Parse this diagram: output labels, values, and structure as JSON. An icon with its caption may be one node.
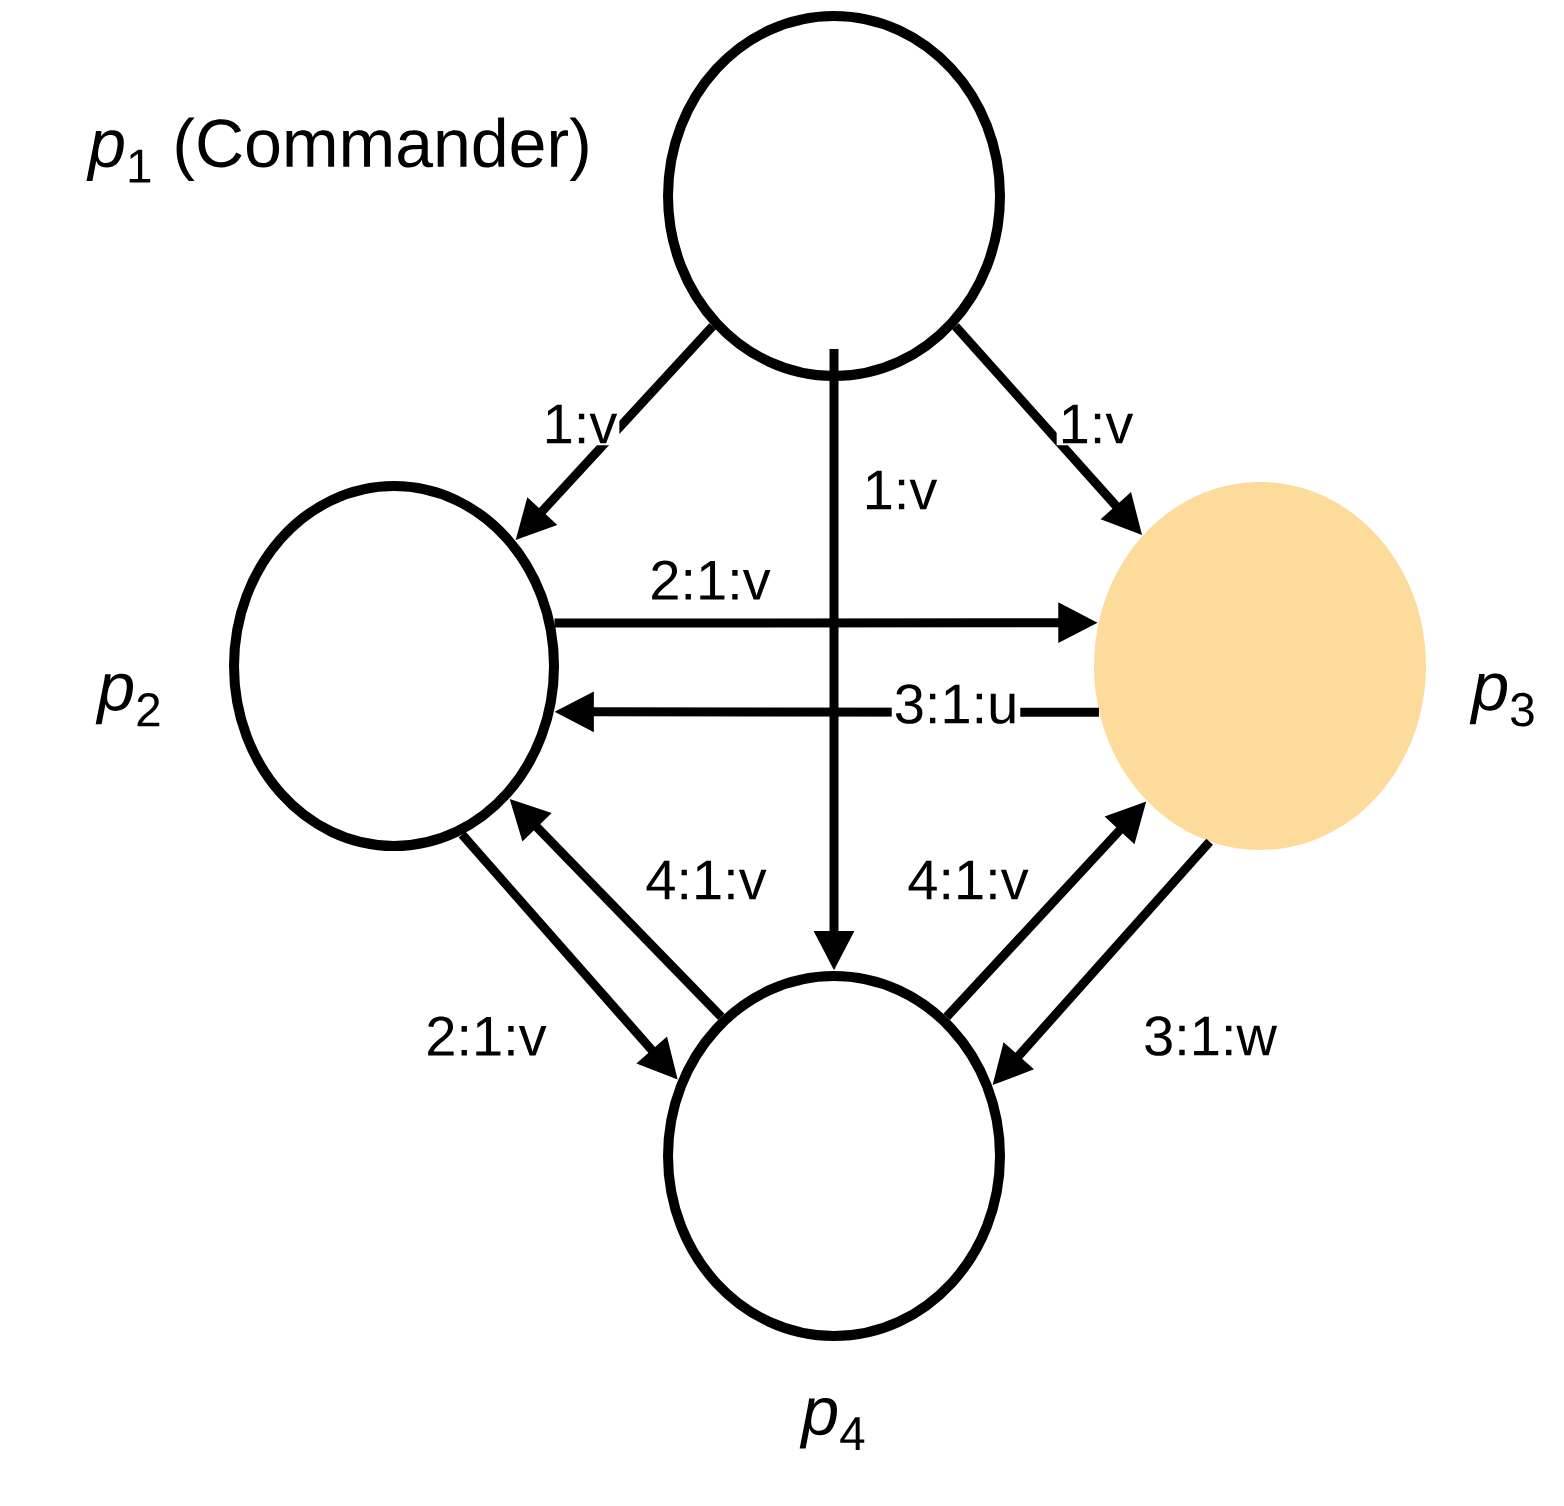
{
  "diagram": {
    "nodes": [
      {
        "text": [],
        "shape": "circle",
        "beside": [
          "*p*$_{1}$ (Commander)"
        ]
      },
      {
        "text": [],
        "shape": "circle",
        "beside": [
          "*p*$_{2}$"
        ]
      },
      {
        "text": [],
        "shape": "circle",
        "beside": [
          "*p*$_{3}$"
        ]
      },
      {
        "text": [],
        "shape": "circle",
        "beside": [
          "*p*$_{4}$"
        ]
      }
    ],
    "edges": [
      {
        "from": 0,
        "to": 1,
        "arrow": "to",
        "label": "1:v"
      },
      {
        "from": 0,
        "to": 2,
        "arrow": "to",
        "label": "1:v"
      },
      {
        "from": 0,
        "to": 3,
        "arrow": "to",
        "label": "1:v"
      },
      {
        "from": 1,
        "to": 2,
        "arrow": "to",
        "label": "2:1:v"
      },
      {
        "from": 2,
        "to": 1,
        "arrow": "to",
        "label": "3:1:u"
      },
      {
        "from": 3,
        "to": 1,
        "arrow": "to",
        "label": "4:1:v"
      },
      {
        "from": 3,
        "to": 2,
        "arrow": "to",
        "label": "4:1:v"
      },
      {
        "from": 1,
        "to": 3,
        "arrow": "to",
        "label": "2:1:v"
      },
      {
        "from": 2,
        "to": 3,
        "arrow": "to",
        "label": "3:1:w"
      }
    ]
  }
}
